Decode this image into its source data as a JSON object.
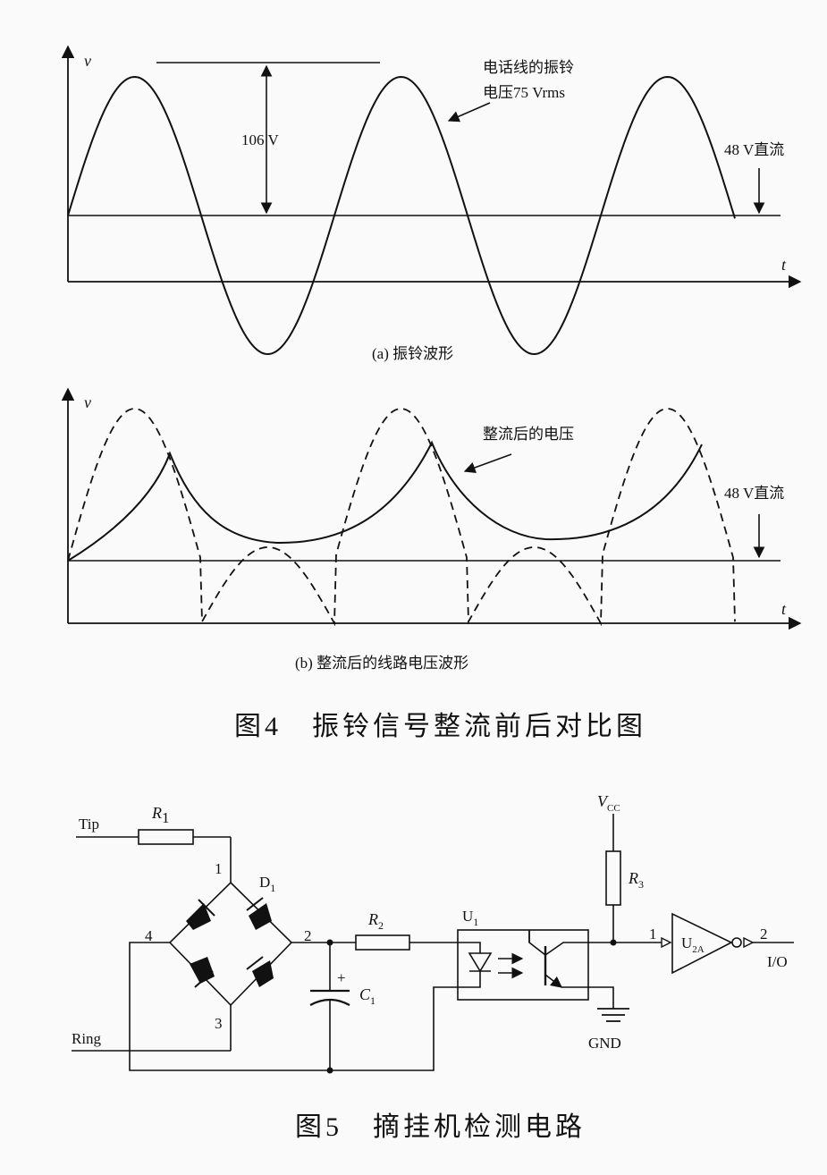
{
  "figure4": {
    "panel_a": {
      "v_label": "v",
      "t_label": "t",
      "amp_label": "106 V",
      "ring_note_line1": "电话线的振铃",
      "ring_note_line2": "电压75 Vrms",
      "dc_label": "48 V直流",
      "caption": "(a) 振铃波形"
    },
    "panel_b": {
      "v_label": "v",
      "t_label": "t",
      "rect_note": "整流后的电压",
      "dc_label": "48 V直流",
      "caption": "(b) 整流后的线路电压波形"
    },
    "title": "图4　振铃信号整流前后对比图"
  },
  "figure5": {
    "tip": "Tip",
    "ring": "Ring",
    "r1": "R",
    "r1_sub": "1",
    "r2": "R",
    "r2_sub": "2",
    "r3": "R",
    "r3_sub": "3",
    "d1": "D",
    "d1_sub": "1",
    "c1": "C",
    "c1_sub": "1",
    "c1_plus": "+",
    "u1": "U",
    "u1_sub": "1",
    "u2": "U",
    "u2_sub": "2A",
    "vcc": "V",
    "vcc_sub": "CC",
    "gnd": "GND",
    "io": "I/O",
    "node1": "1",
    "node2": "2",
    "node3": "3",
    "node4": "4",
    "pin1": "1",
    "pin2": "2",
    "title": "图5　摘挂机检测电路"
  }
}
